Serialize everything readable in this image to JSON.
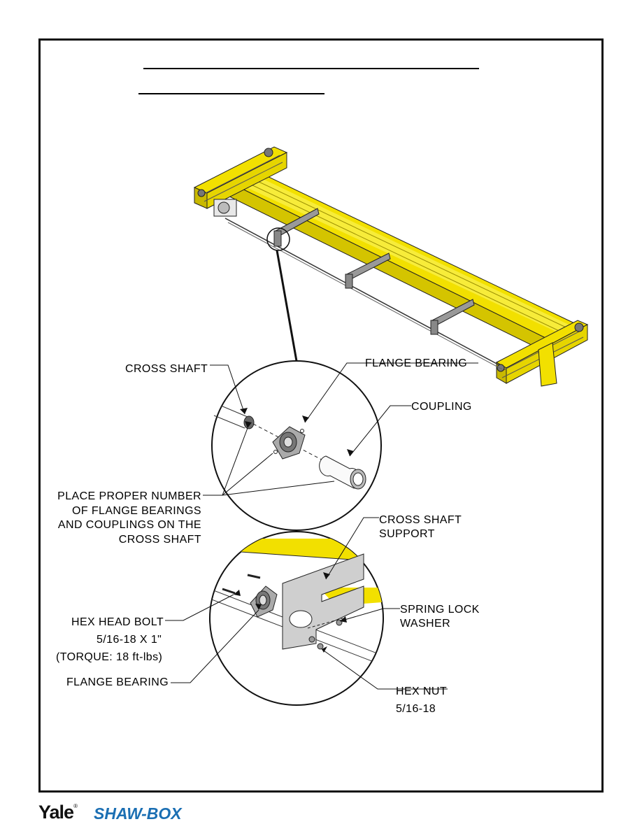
{
  "labels": {
    "cross_shaft": "CROSS SHAFT",
    "flange_bearing_top": "FLANGE BEARING",
    "coupling": "COUPLING",
    "place_line1": "PLACE PROPER NUMBER",
    "place_line2": "OF FLANGE BEARINGS",
    "place_line3": "AND COUPLINGS ON THE",
    "place_line4": "CROSS SHAFT",
    "support_line1": "CROSS SHAFT",
    "support_line2": "SUPPORT",
    "spring_line1": "SPRING LOCK",
    "spring_line2": "WASHER",
    "hex_bolt_line1": "HEX HEAD BOLT",
    "hex_bolt_line2": "5/16-18 X 1\"",
    "hex_bolt_line3": "(TORQUE:  18 ft-lbs)",
    "flange_bearing_bottom": "FLANGE BEARING",
    "hex_nut_line1": "HEX NUT",
    "hex_nut_line2": "5/16-18"
  },
  "footer": {
    "yale": "Yale",
    "registered": "®",
    "shawbox": "SHAW-BOX"
  },
  "colors": {
    "crane_yellow": "#f2e000",
    "shawbox_blue": "#1b6fb3"
  }
}
